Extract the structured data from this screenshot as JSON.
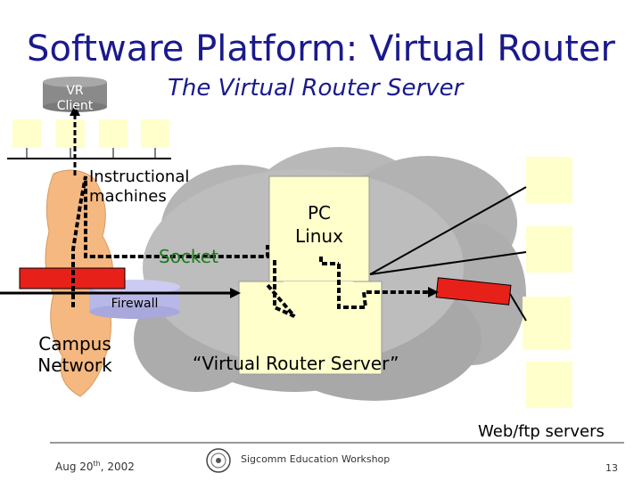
{
  "slide": {
    "title": "Software Platform: Virtual Router",
    "subtitle": "The Virtual Router Server"
  },
  "labels": {
    "vr_client_line1": "VR",
    "vr_client_line2": "Client",
    "instructional_line1": "Instructional",
    "instructional_line2": "machines",
    "socket": "Socket",
    "pc_line1": "PC",
    "pc_line2": "Linux",
    "firewall": "Firewall",
    "campus_line1": "Campus",
    "campus_line2": "Network",
    "vr_server": "“Virtual Router Server”",
    "web_ftp": "Web/ftp servers"
  },
  "footer": {
    "date": "Aug 20th, 2002",
    "venue": "Sigcomm Education Workshop",
    "page_number": "13"
  },
  "colors": {
    "title": "#1a1a8c",
    "sticky": "#ffffcc",
    "cloud": "#b4b4b4",
    "campus": "#f5b880",
    "router": "#e8201a",
    "socket_text": "#1a7a1a"
  }
}
